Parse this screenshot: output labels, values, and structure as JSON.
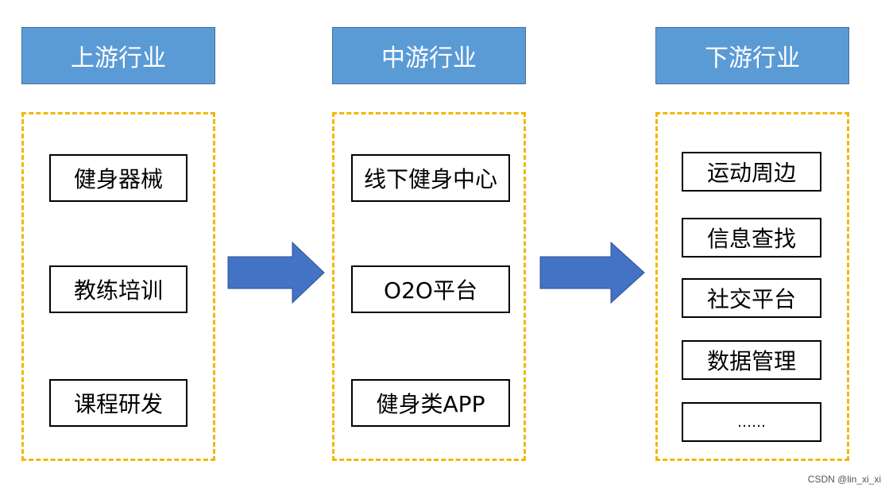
{
  "columns": [
    {
      "header": "上游行业",
      "items": [
        "健身器械",
        "教练培训",
        "课程研发"
      ]
    },
    {
      "header": "中游行业",
      "items": [
        "线下健身中心",
        "O2O平台",
        "健身类APP"
      ]
    },
    {
      "header": "下游行业",
      "items": [
        "运动周边",
        "信息查找",
        "社交平台",
        "数据管理",
        "……"
      ]
    }
  ],
  "colors": {
    "header_fill": "#5b9bd5",
    "header_border": "#41719c",
    "dashed_border": "#f2b705",
    "arrow_fill": "#4472c4"
  },
  "watermark": "CSDN @lin_xi_xi"
}
